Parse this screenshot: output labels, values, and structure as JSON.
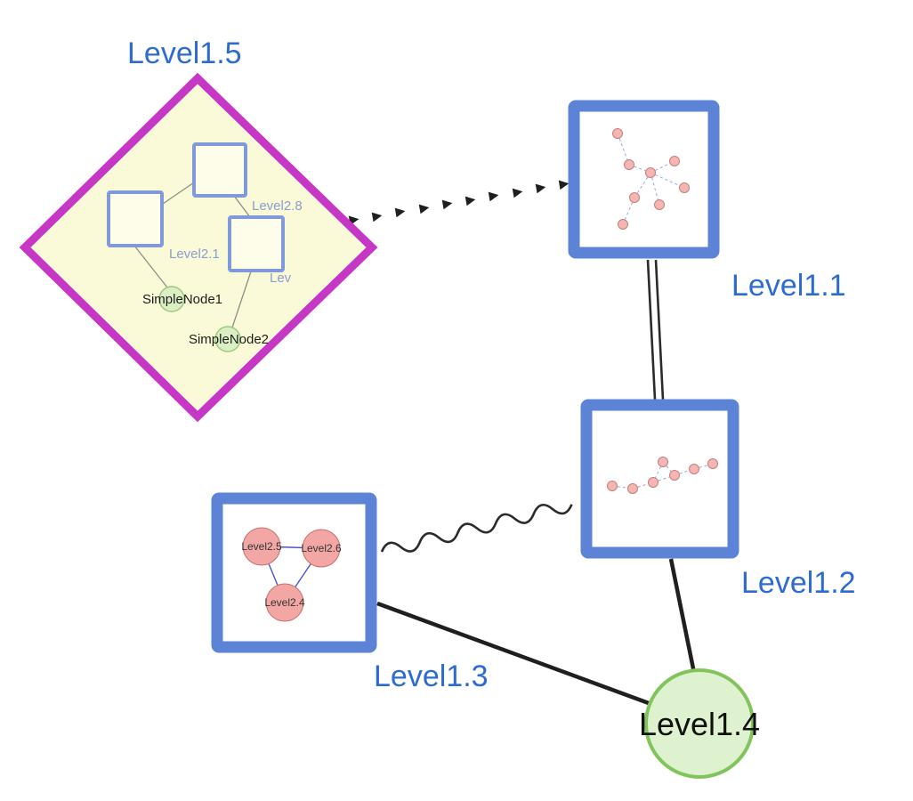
{
  "labels": {
    "level1_1": "Level1.1",
    "level1_2": "Level1.2",
    "level1_3": "Level1.3",
    "level1_4": "Level1.4",
    "level1_5": "Level1.5",
    "level2_8": "Level2.8",
    "level2_1": "Level2.1",
    "level2_lev": "Lev",
    "simplenode1": "SimpleNode1",
    "simplenode2": "SimpleNode2",
    "level2_5": "Level2.5",
    "level2_6": "Level2.6",
    "level2_4": "Level2.4"
  },
  "colors": {
    "label_blue": "#2e6bd0",
    "frame_blue": "#5d83d6",
    "inner_square_blue": "#7e9ada",
    "diamond_magenta": "#c637c6",
    "diamond_fill": "#fafad8",
    "green_node_fill": "#daefc4",
    "green_node_border": "#9dc97c",
    "level1_4_fill": "#def2cf",
    "level1_4_border": "#82c45c",
    "pink_node_fill": "#f2a7a4",
    "pink_node_border": "#c97d7a",
    "mini_edge_blue": "#96a5db",
    "triangle_edge_blue": "#4a55cc",
    "edge_black": "#1f1f1f"
  }
}
